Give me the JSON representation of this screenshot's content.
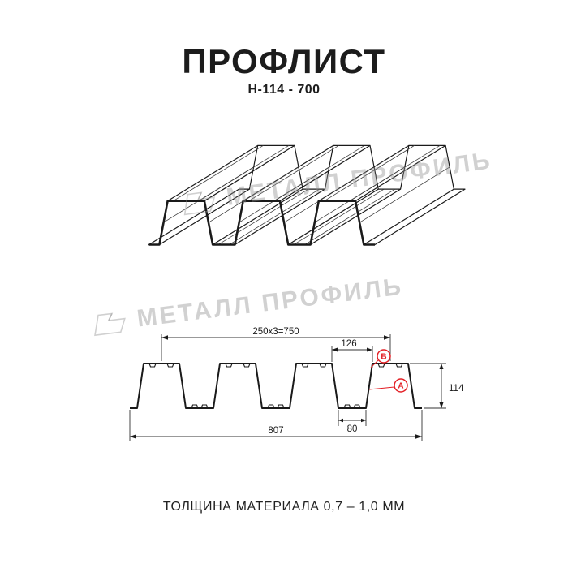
{
  "header": {
    "title": "ПРОФЛИСТ",
    "subtitle": "Н-114 - 700"
  },
  "watermark": {
    "text": "МЕТАЛЛ ПРОФИЛЬ"
  },
  "cross_section": {
    "dim_pitch": "250x3=750",
    "dim_rib_top": "126",
    "dim_valley": "80",
    "dim_total_width": "807",
    "dim_height": "114",
    "marker_b": "В",
    "marker_a": "А"
  },
  "footer": {
    "thickness_note": "ТОЛЩИНА МАТЕРИАЛА 0,7 – 1,0 ММ"
  },
  "colors": {
    "accent_red": "#e31e24",
    "line": "#1a1a1a",
    "watermark_gray": "#919191"
  }
}
